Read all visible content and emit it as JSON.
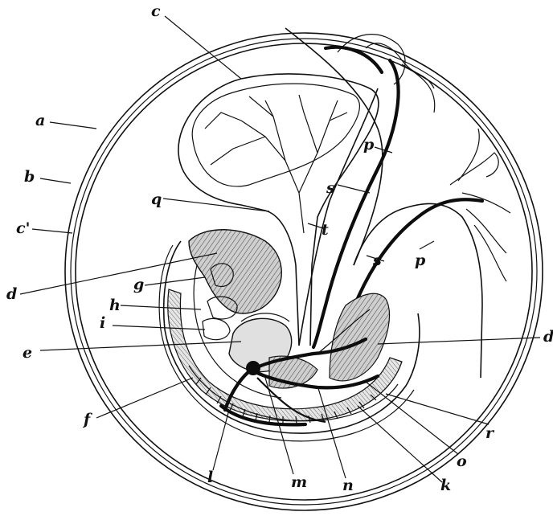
{
  "figure": {
    "labels": [
      {
        "id": "a",
        "text": "a"
      },
      {
        "id": "b",
        "text": "b"
      },
      {
        "id": "c1",
        "text": "c"
      },
      {
        "id": "c2",
        "text": "c'"
      },
      {
        "id": "d1",
        "text": "d"
      },
      {
        "id": "d2",
        "text": "d"
      },
      {
        "id": "e",
        "text": "e"
      },
      {
        "id": "f",
        "text": "f"
      },
      {
        "id": "g",
        "text": "g"
      },
      {
        "id": "h",
        "text": "h"
      },
      {
        "id": "i",
        "text": "i"
      },
      {
        "id": "k",
        "text": "k"
      },
      {
        "id": "l",
        "text": "l"
      },
      {
        "id": "m",
        "text": "m"
      },
      {
        "id": "n",
        "text": "n"
      },
      {
        "id": "o",
        "text": "o"
      },
      {
        "id": "p1",
        "text": "p"
      },
      {
        "id": "p2",
        "text": "p"
      },
      {
        "id": "q",
        "text": "q"
      },
      {
        "id": "r",
        "text": "r"
      },
      {
        "id": "s1",
        "text": "s"
      },
      {
        "id": "s2",
        "text": "s"
      },
      {
        "id": "t",
        "text": "t"
      }
    ]
  }
}
